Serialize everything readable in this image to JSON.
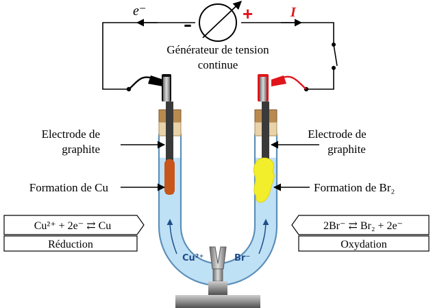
{
  "colors": {
    "wire": "#000000",
    "red": "#e0151b",
    "solution": "#bfe1f5",
    "tube_edge": "#5b8fb8",
    "copper": "#c8561b",
    "bromine": "#f2ee2c",
    "electrode": "#3a3a3a",
    "cork": "#b98a4e",
    "arrow_blue": "#1f4e89"
  },
  "generator": {
    "minus": "-",
    "plus": "+",
    "electron": "e⁻",
    "current": "I",
    "label_line1": "Générateur de tension",
    "label_line2": "continue"
  },
  "left": {
    "electrode_line1": "Electrode de",
    "electrode_line2": "graphite",
    "formation": "Formation de Cu",
    "equation": "Cu²⁺ + 2e⁻ ⇄ Cu",
    "process": "Réduction",
    "ion": "Cu²⁺"
  },
  "right": {
    "electrode_line1": "Electrode de",
    "electrode_line2": "graphite",
    "formation": "Formation de Br₂",
    "equation": "2Br⁻ ⇄ Br₂ + 2e⁻",
    "process": "Oxydation",
    "ion": "Br⁻"
  }
}
